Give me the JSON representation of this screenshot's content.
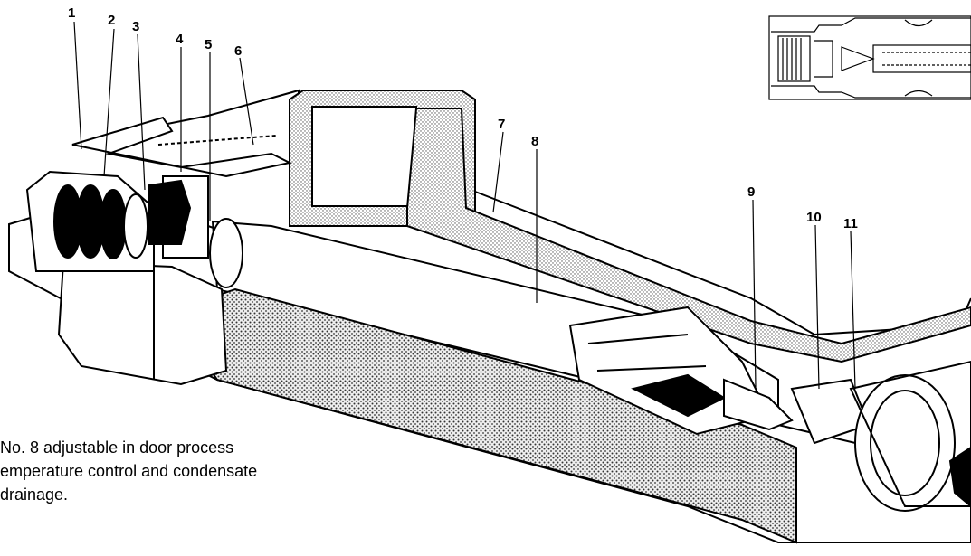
{
  "callouts": [
    "1",
    "2",
    "3",
    "4",
    "5",
    "6",
    "7",
    "8",
    "9",
    "10",
    "11"
  ],
  "caption": {
    "line1": "No. 8 adjustable in door process",
    "line2": "emperature control and condensate",
    "line3": "drainage."
  }
}
